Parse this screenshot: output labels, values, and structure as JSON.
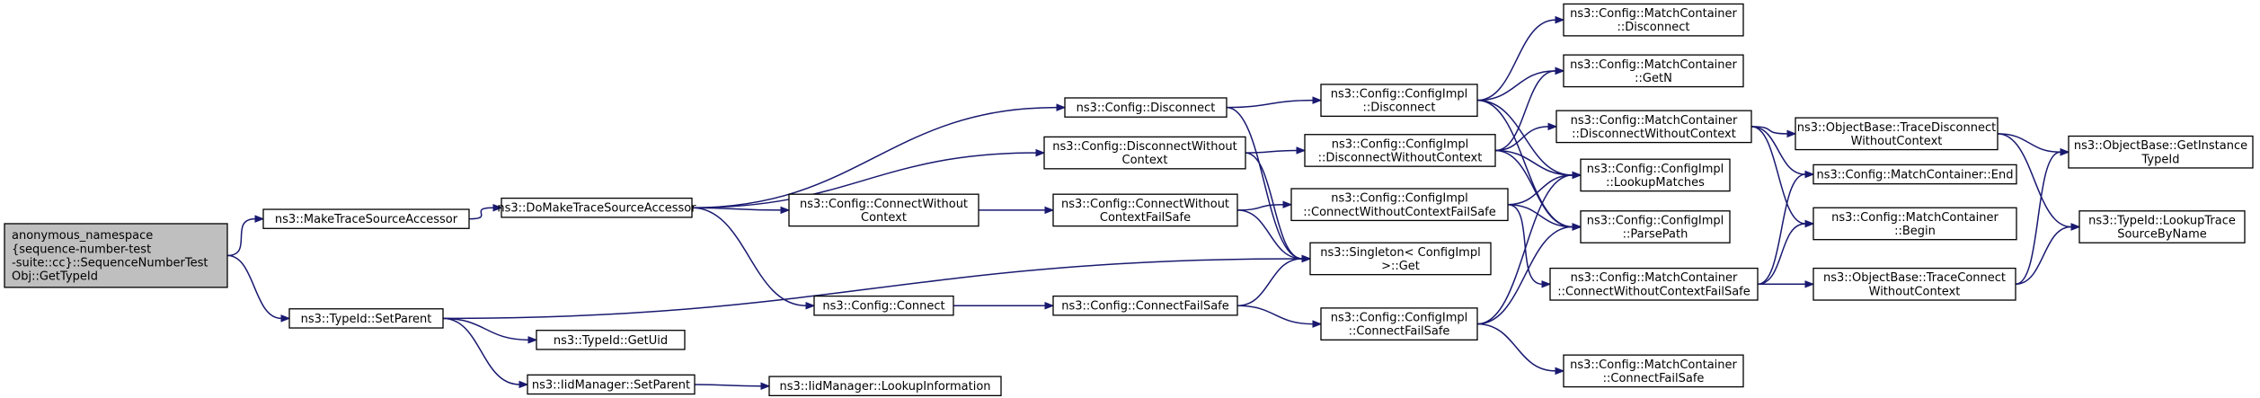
{
  "diagram": {
    "nodes": [
      {
        "id": "root",
        "lines": [
          "anonymous_namespace",
          "{sequence-number-test",
          "-suite::cc}::SequenceNumberTest",
          "Obj::GetTypeId"
        ]
      },
      {
        "id": "mtsa",
        "lines": [
          "ns3::MakeTraceSourceAccessor"
        ]
      },
      {
        "id": "setparent",
        "lines": [
          "ns3::TypeId::SetParent"
        ]
      },
      {
        "id": "dmtsa",
        "lines": [
          "ns3::DoMakeTraceSourceAccessor"
        ]
      },
      {
        "id": "getuid",
        "lines": [
          "ns3::TypeId::GetUid"
        ]
      },
      {
        "id": "iidsetparent",
        "lines": [
          "ns3::IidManager::SetParent"
        ]
      },
      {
        "id": "disconnect",
        "lines": [
          "ns3::Config::Disconnect"
        ]
      },
      {
        "id": "disconnectwoc",
        "lines": [
          "ns3::Config::DisconnectWithout",
          "Context"
        ]
      },
      {
        "id": "connectwoc",
        "lines": [
          "ns3::Config::ConnectWithout",
          "Context"
        ]
      },
      {
        "id": "connect",
        "lines": [
          "ns3::Config::Connect"
        ]
      },
      {
        "id": "lookupinfo",
        "lines": [
          "ns3::IidManager::LookupInformation"
        ]
      },
      {
        "id": "connectwocfs",
        "lines": [
          "ns3::Config::ConnectWithout",
          "ContextFailSafe"
        ]
      },
      {
        "id": "connectfs",
        "lines": [
          "ns3::Config::ConnectFailSafe"
        ]
      },
      {
        "id": "impl_disconnect",
        "lines": [
          "ns3::Config::ConfigImpl",
          "::Disconnect"
        ]
      },
      {
        "id": "impl_disconnectwoc",
        "lines": [
          "ns3::Config::ConfigImpl",
          "::DisconnectWithoutContext"
        ]
      },
      {
        "id": "impl_connectwocfs",
        "lines": [
          "ns3::Config::ConfigImpl",
          "::ConnectWithoutContextFailSafe"
        ]
      },
      {
        "id": "singleton",
        "lines": [
          "ns3::Singleton< ConfigImpl",
          " >::Get"
        ]
      },
      {
        "id": "impl_connectfs",
        "lines": [
          "ns3::Config::ConfigImpl",
          "::ConnectFailSafe"
        ]
      },
      {
        "id": "mc_disconnect",
        "lines": [
          "ns3::Config::MatchContainer",
          "::Disconnect"
        ]
      },
      {
        "id": "mc_getn",
        "lines": [
          "ns3::Config::MatchContainer",
          "::GetN"
        ]
      },
      {
        "id": "mc_disconnectwoc",
        "lines": [
          "ns3::Config::MatchContainer",
          "::DisconnectWithoutContext"
        ]
      },
      {
        "id": "lookupmatches",
        "lines": [
          "ns3::Config::ConfigImpl",
          "::LookupMatches"
        ]
      },
      {
        "id": "parsepath",
        "lines": [
          "ns3::Config::ConfigImpl",
          "::ParsePath"
        ]
      },
      {
        "id": "mc_connectwocfs",
        "lines": [
          "ns3::Config::MatchContainer",
          "::ConnectWithoutContextFailSafe"
        ]
      },
      {
        "id": "mc_connectfs",
        "lines": [
          "ns3::Config::MatchContainer",
          "::ConnectFailSafe"
        ]
      },
      {
        "id": "ob_tracedisconnect",
        "lines": [
          "ns3::ObjectBase::TraceDisconnect",
          "WithoutContext"
        ]
      },
      {
        "id": "mc_end",
        "lines": [
          "ns3::Config::MatchContainer::End"
        ]
      },
      {
        "id": "mc_begin",
        "lines": [
          "ns3::Config::MatchContainer",
          "::Begin"
        ]
      },
      {
        "id": "ob_traceconnect",
        "lines": [
          "ns3::ObjectBase::TraceConnect",
          "WithoutContext"
        ]
      },
      {
        "id": "getinstancetypeid",
        "lines": [
          "ns3::ObjectBase::GetInstance",
          "TypeId"
        ]
      },
      {
        "id": "lookuptrace",
        "lines": [
          "ns3::TypeId::LookupTrace",
          "SourceByName"
        ]
      }
    ],
    "edges": [
      [
        "root",
        "mtsa"
      ],
      [
        "root",
        "setparent"
      ],
      [
        "mtsa",
        "dmtsa"
      ],
      [
        "setparent",
        "getuid"
      ],
      [
        "setparent",
        "iidsetparent"
      ],
      [
        "setparent",
        "singleton"
      ],
      [
        "iidsetparent",
        "lookupinfo"
      ],
      [
        "dmtsa",
        "disconnect"
      ],
      [
        "dmtsa",
        "disconnectwoc"
      ],
      [
        "dmtsa",
        "connectwoc"
      ],
      [
        "dmtsa",
        "connect"
      ],
      [
        "disconnect",
        "impl_disconnect"
      ],
      [
        "disconnect",
        "singleton"
      ],
      [
        "disconnectwoc",
        "impl_disconnectwoc"
      ],
      [
        "disconnectwoc",
        "singleton"
      ],
      [
        "connectwoc",
        "connectwocfs"
      ],
      [
        "connect",
        "connectfs"
      ],
      [
        "connectwocfs",
        "impl_connectwocfs"
      ],
      [
        "connectwocfs",
        "singleton"
      ],
      [
        "connectfs",
        "singleton"
      ],
      [
        "connectfs",
        "impl_connectfs"
      ],
      [
        "impl_disconnect",
        "mc_disconnect"
      ],
      [
        "impl_disconnect",
        "mc_getn"
      ],
      [
        "impl_disconnect",
        "lookupmatches"
      ],
      [
        "impl_disconnect",
        "parsepath"
      ],
      [
        "impl_disconnectwoc",
        "mc_getn"
      ],
      [
        "impl_disconnectwoc",
        "mc_disconnectwoc"
      ],
      [
        "impl_disconnectwoc",
        "lookupmatches"
      ],
      [
        "impl_disconnectwoc",
        "parsepath"
      ],
      [
        "impl_connectwocfs",
        "lookupmatches"
      ],
      [
        "impl_connectwocfs",
        "parsepath"
      ],
      [
        "impl_connectwocfs",
        "mc_connectwocfs"
      ],
      [
        "impl_connectfs",
        "lookupmatches"
      ],
      [
        "impl_connectfs",
        "parsepath"
      ],
      [
        "impl_connectfs",
        "mc_connectfs"
      ],
      [
        "mc_disconnectwoc",
        "ob_tracedisconnect"
      ],
      [
        "mc_disconnectwoc",
        "mc_end"
      ],
      [
        "mc_disconnectwoc",
        "mc_begin"
      ],
      [
        "mc_connectwocfs",
        "mc_end"
      ],
      [
        "mc_connectwocfs",
        "mc_begin"
      ],
      [
        "mc_connectwocfs",
        "ob_traceconnect"
      ],
      [
        "ob_tracedisconnect",
        "getinstancetypeid"
      ],
      [
        "ob_tracedisconnect",
        "lookuptrace"
      ],
      [
        "ob_traceconnect",
        "getinstancetypeid"
      ],
      [
        "ob_traceconnect",
        "lookuptrace"
      ]
    ]
  }
}
